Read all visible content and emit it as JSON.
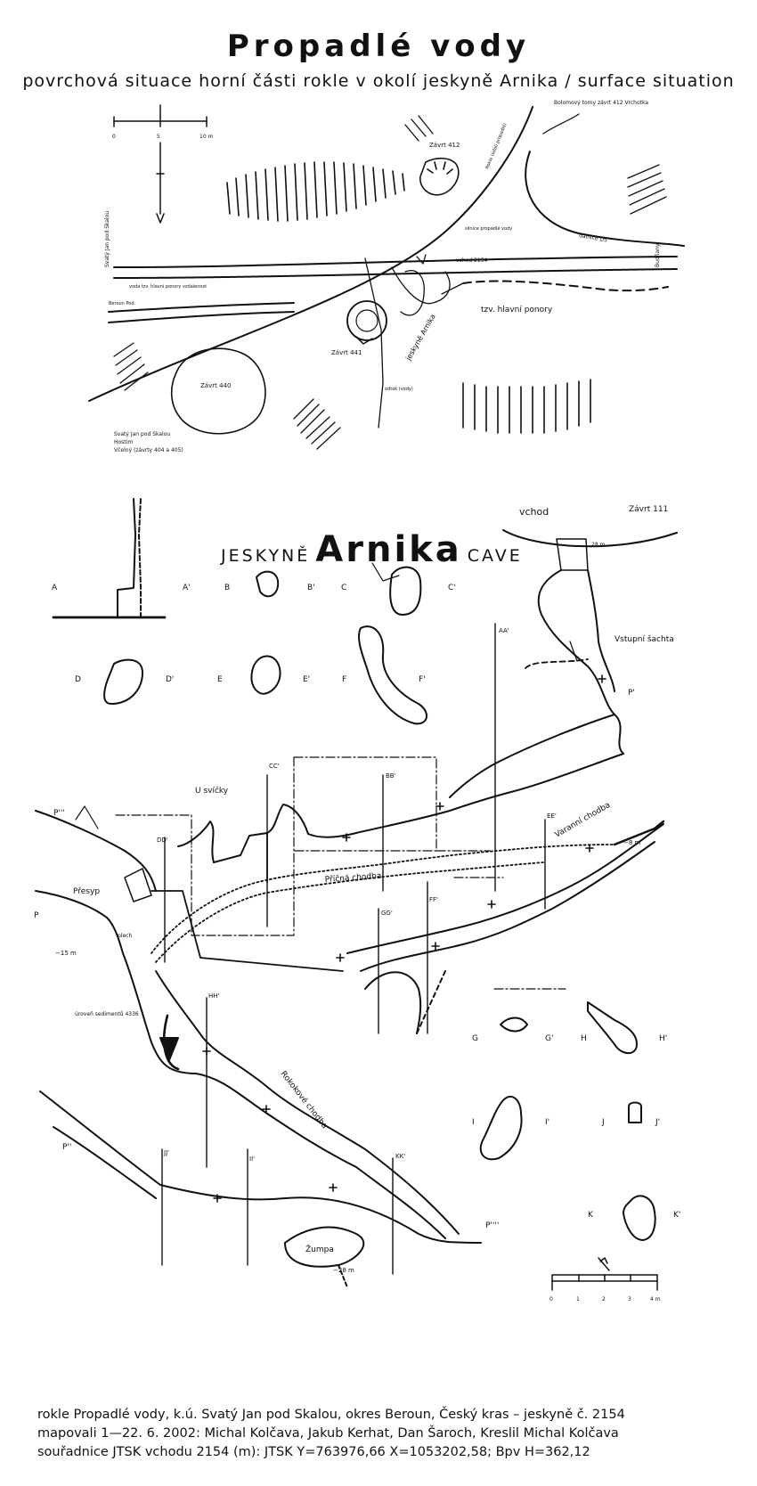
{
  "title": "Propadlé vody",
  "subtitle": "povrchová situace horní části rokle v okolí jeskyně Arnika / surface situation",
  "surface_map": {
    "scale_labels": [
      "0",
      "5",
      "10 m"
    ],
    "labels": {
      "zavrt_412": "Závrt 412",
      "zavrt_441": "Závrt 441",
      "zavrt_440": "Závrt 440",
      "jeskyne_arnika": "jeskyně Arnika",
      "hlavni_ponory": "tzv. hlavní ponory",
      "vchod_2154": "vchod 2154",
      "svaty_jan": "Svatý Jan pod Skalou",
      "svaty_jan_bottom": "Svatý Jan pod Skalou",
      "hostim": "Hostim",
      "vcelny": "Včelný (závrty 404 a 405)",
      "dolomit": "Bolomový tomy závrt 412 Vrchotka",
      "budnany": "Budňany",
      "road_right": "dálnice D5",
      "road_mid": "Beroun Pod.",
      "vody": "voda tzv. hlavní ponory vzdalenost",
      "odtok": "odtok (vody)",
      "rokle_label": "Rokle (údolí propadlé)",
      "silnice": "silnice propadlé vody"
    }
  },
  "cave_map": {
    "heading_left": "JESKYNĚ",
    "heading_main": "Arnika",
    "heading_right": "CAVE",
    "vchod": "vchod",
    "zavrt_111": "Závrt 111",
    "vstupni_sachta": "Vstupní šachta",
    "u_svicky": "U svíčky",
    "presyp": "Přesyp",
    "pricna_chodba": "Příčná chodba",
    "varna_chodba": "Varanní chodba",
    "rokoko_chodba": "Rokokové chodba",
    "zumpa": "Žumpa",
    "plech": "plech",
    "hladina": "úroveň sedimentů 4336",
    "depth_15": "−15 m",
    "depth_28": "−28 m",
    "depth_8": "−8 m",
    "depth_28b": "28 m",
    "section_labels": [
      "A",
      "A'",
      "B",
      "B'",
      "C",
      "C'",
      "D",
      "D'",
      "E",
      "E'",
      "F",
      "F'",
      "G",
      "G'",
      "H",
      "H'",
      "I",
      "I'",
      "J",
      "J'",
      "K",
      "K'"
    ],
    "profile_labels": [
      "AA'",
      "BB'",
      "CC'",
      "DD'",
      "EE'",
      "FF'",
      "GG'",
      "HH'",
      "II'",
      "JJ'",
      "KK'"
    ],
    "p_labels": [
      "P",
      "P'",
      "P''",
      "P'''",
      "P''''"
    ],
    "scale_labels": [
      "0",
      "1",
      "2",
      "3",
      "4 m"
    ]
  },
  "footer": {
    "line1": "rokle Propadlé vody, k.ú. Svatý Jan pod Skalou, okres Beroun, Český kras – jeskyně č. 2154",
    "line2": "mapovali 1—22. 6. 2002: Michal Kolčava, Jakub Kerhat, Dan Šaroch, Kreslil Michal Kolčava",
    "line3": "souřadnice JTSK vchodu 2154 (m): JTSK Y=763976,66 X=1053202,58; Bpv H=362,12"
  }
}
